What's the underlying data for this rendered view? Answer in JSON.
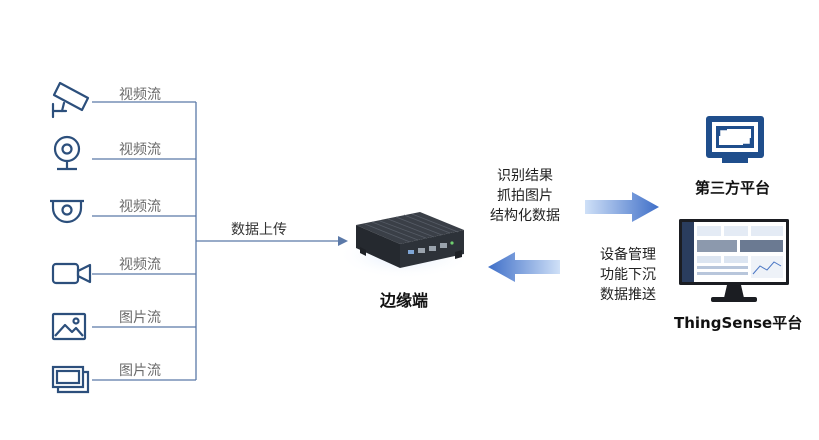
{
  "sources": [
    {
      "icon": "bullet-camera-icon",
      "label": "视频流"
    },
    {
      "icon": "webcam-icon",
      "label": "视频流"
    },
    {
      "icon": "dome-camera-icon",
      "label": "视频流"
    },
    {
      "icon": "video-camera-icon",
      "label": "视频流"
    },
    {
      "icon": "image-icon",
      "label": "图片流"
    },
    {
      "icon": "gallery-icon",
      "label": "图片流"
    }
  ],
  "upload_label": "数据上传",
  "edge": {
    "title": "边缘端"
  },
  "to_platform": [
    "识别结果",
    "抓拍图片",
    "结构化数据"
  ],
  "from_platform": [
    "设备管理",
    "功能下沉",
    "数据推送"
  ],
  "third_party": {
    "title": "第三方平台"
  },
  "thingsense": {
    "title": "ThingSense平台"
  },
  "colors": {
    "line": "#5b79a8",
    "icon": "#2c4f7c",
    "arrow": "#4a76c4",
    "monitor_blue": "#1f4e8c"
  }
}
